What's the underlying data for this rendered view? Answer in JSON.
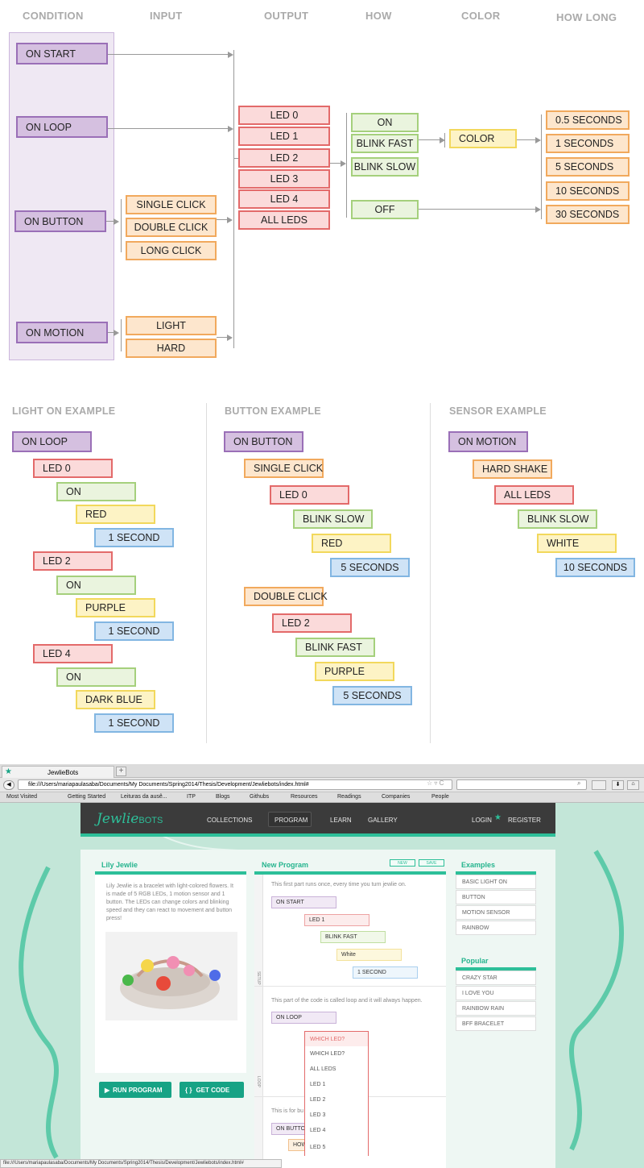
{
  "headers": {
    "condition": "CONDITION",
    "input": "INPUT",
    "output": "OUTPUT",
    "how": "HOW",
    "color": "COLOR",
    "how_long": "HOW LONG"
  },
  "conditions": [
    "ON START",
    "ON LOOP",
    "ON BUTTON",
    "ON MOTION"
  ],
  "inputs": {
    "button": [
      "SINGLE CLICK",
      "DOUBLE CLICK",
      "LONG CLICK"
    ],
    "motion": [
      "LIGHT",
      "HARD"
    ]
  },
  "outputs": [
    "LED  0",
    "LED  1",
    "LED  2",
    "LED  3",
    "LED  4",
    "ALL LEDS"
  ],
  "how": [
    "ON",
    "BLINK FAST",
    "BLINK SLOW",
    "OFF"
  ],
  "color": "COLOR",
  "how_long": [
    "0.5 SECONDS",
    "1 SECONDS",
    "5 SECONDS",
    "10 SECONDS",
    "30 SECONDS"
  ],
  "examples": {
    "light": {
      "title": "LIGHT ON EXAMPLE",
      "items": [
        "ON LOOP",
        "LED  0",
        "ON",
        "RED",
        "1 SECOND",
        "LED  2",
        "ON",
        "PURPLE",
        "1 SECOND",
        "LED  4",
        "ON",
        "DARK BLUE",
        "1 SECOND"
      ]
    },
    "button": {
      "title": "BUTTON EXAMPLE",
      "items": [
        "ON BUTTON",
        "SINGLE CLICK",
        "LED  0",
        "BLINK SLOW",
        "RED",
        "5 SECONDS",
        "DOUBLE CLICK",
        "LED  2",
        "BLINK FAST",
        "PURPLE",
        "5 SECONDS"
      ]
    },
    "sensor": {
      "title": "SENSOR EXAMPLE",
      "items": [
        "ON MOTION",
        "HARD SHAKE",
        "ALL LEDS",
        "BLINK SLOW",
        "WHITE",
        "10 SECONDS"
      ]
    }
  },
  "browser": {
    "tab_title": "JewlieBots",
    "url": "file:///Users/mariapaulasaba/Documents/My Documents/Spring2014/Thesis/Development/Jewliebots/index.html#",
    "status_url": "file:///Users/mariapaulasaba/Documents/My Documents/Spring2014/Thesis/Development/Jewliebots/index.html#",
    "bookmarks": [
      "Most Visited",
      "Getting Started",
      "Leituras da ausê...",
      "ITP",
      "Blogs",
      "Githubs",
      "Resources",
      "Readings",
      "Companies",
      "People"
    ]
  },
  "site": {
    "logo": {
      "a": "Jewlie",
      "b": "BOTS"
    },
    "nav": [
      "COLLECTIONS",
      "PROGRAM",
      "LEARN",
      "GALLERY"
    ],
    "login": "LOGIN",
    "register": "REGISTER",
    "lily": {
      "title": "Lily Jewlie",
      "desc": [
        "Lily Jewlie is a bracelet with light-colored flowers. It",
        "is made of 5 RGB LEDs, 1 motion sensor and 1",
        "button. The LEDs can change colors and blinking",
        "speed and they can react to movement and button",
        "press!"
      ]
    },
    "run": "RUN PROGRAM",
    "get_code": "GET CODE",
    "program": {
      "title": "New Program",
      "new": "NEW",
      "save": "SAVE",
      "setup_text": "This first part runs once, every time you turn jewlie on.",
      "setup_blocks": [
        "ON START",
        "LED 1",
        "BLINK FAST",
        "White",
        "1 SECOND"
      ],
      "setup_label": "SETUP",
      "loop_text": "This part of the code is called loop and it will always happen.",
      "loop_block": "ON LOOP",
      "loop_label": "LOOP",
      "dropdown": [
        "WHICH LED?",
        "WHICH LED?",
        "ALL LEDS",
        "LED 1",
        "LED 2",
        "LED 3",
        "LED 4",
        "LED 5"
      ],
      "third_text": "This is for bu",
      "third_block": "ON BUTTO",
      "third_sub": "HOW"
    },
    "examples": {
      "title": "Examples",
      "items": [
        "BASIC LIGHT ON",
        "BUTTON",
        "MOTION SENSOR",
        "RAINBOW"
      ]
    },
    "popular": {
      "title": "Popular",
      "items": [
        "CRAZY STAR",
        "I LOVE YOU",
        "RAINBOW RAIN",
        "BFF BRACELET"
      ]
    }
  }
}
